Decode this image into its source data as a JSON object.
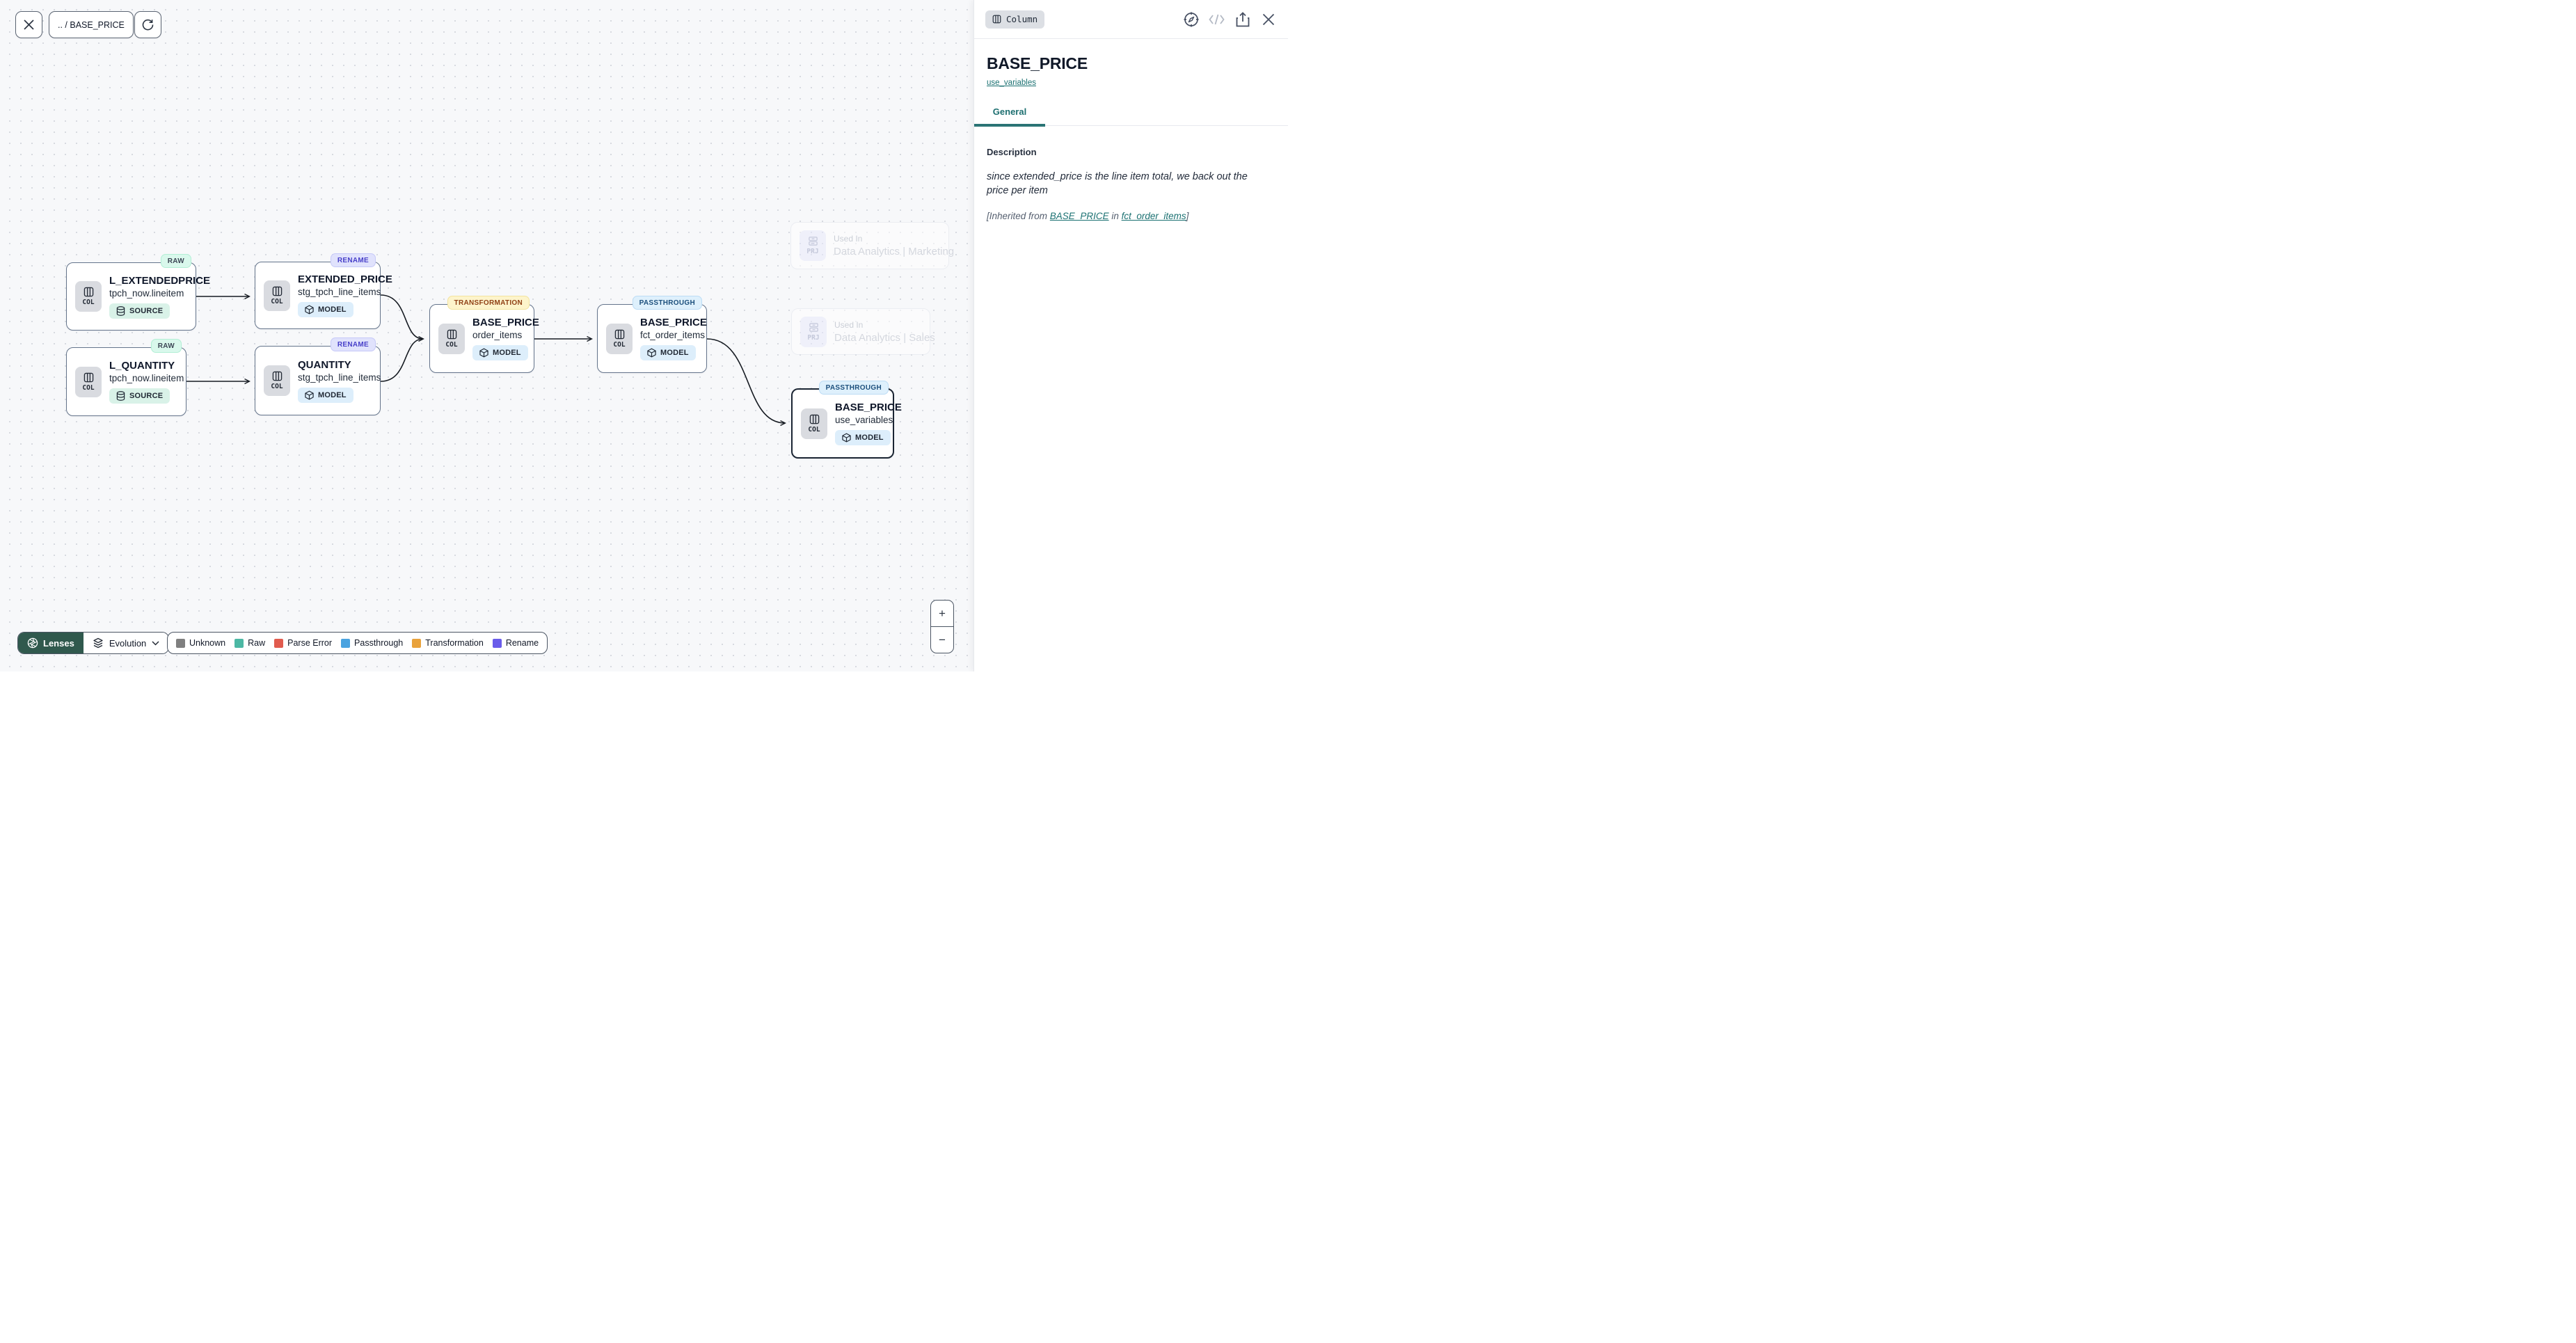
{
  "toolbar": {
    "breadcrumb": ".. / BASE_PRICE"
  },
  "lenses": {
    "label": "Lenses",
    "mode": "Evolution"
  },
  "legend": {
    "items": [
      {
        "label": "Unknown",
        "color": "#7f7f7f"
      },
      {
        "label": "Raw",
        "color": "#4cb8a4"
      },
      {
        "label": "Parse Error",
        "color": "#e15b4e"
      },
      {
        "label": "Passthrough",
        "color": "#4aa3e0"
      },
      {
        "label": "Transformation",
        "color": "#e9a23b"
      },
      {
        "label": "Rename",
        "color": "#6a5cea"
      }
    ]
  },
  "canvas": {
    "zoom_in": "+",
    "zoom_out": "−",
    "nodes": [
      {
        "badge": "RAW",
        "kind": "COL",
        "title": "L_EXTENDEDPRICE",
        "subtitle": "tpch_now.lineitem",
        "type": "SOURCE"
      },
      {
        "badge": "RAW",
        "kind": "COL",
        "title": "L_QUANTITY",
        "subtitle": "tpch_now.lineitem",
        "type": "SOURCE"
      },
      {
        "badge": "RENAME",
        "kind": "COL",
        "title": "EXTENDED_PRICE",
        "subtitle": "stg_tpch_line_items",
        "type": "MODEL"
      },
      {
        "badge": "RENAME",
        "kind": "COL",
        "title": "QUANTITY",
        "subtitle": "stg_tpch_line_items",
        "type": "MODEL"
      },
      {
        "badge": "TRANSFORMATION",
        "kind": "COL",
        "title": "BASE_PRICE",
        "subtitle": "order_items",
        "type": "MODEL"
      },
      {
        "badge": "PASSTHROUGH",
        "kind": "COL",
        "title": "BASE_PRICE",
        "subtitle": "fct_order_items",
        "type": "MODEL"
      },
      {
        "badge": "PASSTHROUGH",
        "kind": "COL",
        "title": "BASE_PRICE",
        "subtitle": "use_variables",
        "type": "MODEL"
      }
    ],
    "used_in": [
      {
        "kind": "PRJ",
        "label": "Used In",
        "project": "Data Analytics | Marketing"
      },
      {
        "kind": "PRJ",
        "label": "Used In",
        "project": "Data Analytics | Sales"
      }
    ]
  },
  "panel": {
    "type_badge": "Column",
    "title": "BASE_PRICE",
    "subtitle_link": "use_variables",
    "tab": "General",
    "description_label": "Description",
    "description_text": "since extended_price is the line item total, we back out the price per item",
    "inherited_prefix": "[Inherited from ",
    "inherited_link1": "BASE_PRICE",
    "inherited_mid": " in ",
    "inherited_link2": "fct_order_items",
    "inherited_suffix": "]"
  },
  "colors": {
    "accent_teal": "#1b7172",
    "lenses_green": "#30594d",
    "edge": "#161b22"
  }
}
